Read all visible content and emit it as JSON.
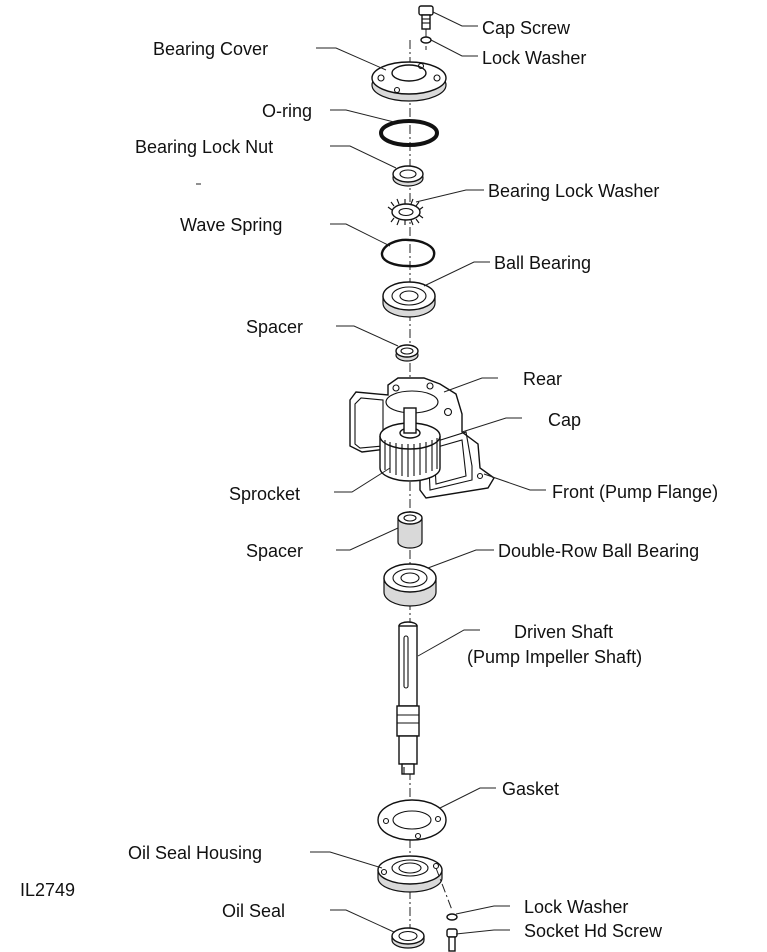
{
  "figure_id": "IL2749",
  "labels": {
    "cap_screw": "Cap Screw",
    "lock_washer_top": "Lock Washer",
    "bearing_cover": "Bearing Cover",
    "o_ring": "O-ring",
    "bearing_lock_nut": "Bearing Lock Nut",
    "bearing_lock_washer": "Bearing Lock Washer",
    "wave_spring": "Wave Spring",
    "ball_bearing": "Ball Bearing",
    "spacer_upper": "Spacer",
    "rear": "Rear",
    "cap": "Cap",
    "sprocket": "Sprocket",
    "front": "Front (Pump Flange)",
    "spacer_lower": "Spacer",
    "double_row_bearing": "Double-Row Ball Bearing",
    "driven_shaft_line1": "Driven Shaft",
    "driven_shaft_line2": "(Pump Impeller Shaft)",
    "gasket": "Gasket",
    "oil_seal_housing": "Oil Seal Housing",
    "oil_seal": "Oil Seal",
    "lock_washer_bottom": "Lock Washer",
    "socket_hd_screw": "Socket Hd Screw"
  }
}
